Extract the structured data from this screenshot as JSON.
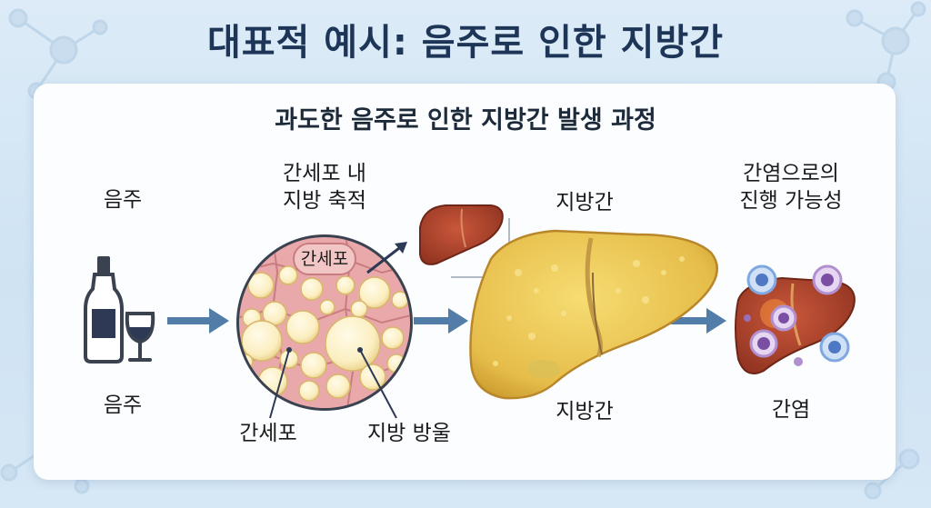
{
  "title": "대표적 예시: 음주로 인한 지방간",
  "card_title": "과도한 음주로 인한 지방간 발생 과정",
  "stages": {
    "drinking": {
      "top_label": "음주",
      "bottom_label": "음주"
    },
    "accumulation": {
      "top_line1": "간세포 내",
      "top_line2": "지방 축적",
      "badge": "간세포",
      "label_cell": "간세포",
      "label_droplet": "지방 방울"
    },
    "fatty_liver": {
      "top_label": "지방간",
      "bottom_label": "지방간"
    },
    "hepatitis": {
      "top_line1": "간염으로의",
      "top_line2": "진행 가능성",
      "bottom_label": "간염"
    }
  },
  "colors": {
    "title": "#1d3557",
    "arrow": "#3f6f9e",
    "liver_healthy": "#b0452c",
    "liver_fatty": "#e9c350",
    "fat_droplet": "#fbf0c4",
    "cell_tissue": "#e9a9aa",
    "immune_cell_blue": "#7fa8e0",
    "immune_cell_purple": "#9a6fb8"
  },
  "icons": [
    "soju-bottle-icon",
    "wine-glass-icon",
    "flow-arrow-icon",
    "liver-icon",
    "immune-cell-icon"
  ]
}
